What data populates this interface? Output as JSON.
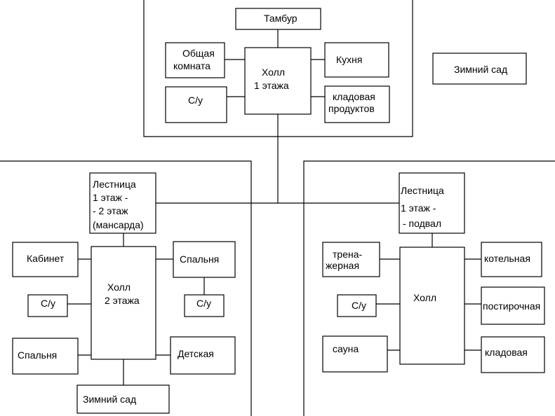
{
  "nodes": [
    {
      "id": "tambur",
      "lines": [
        "Тамбур"
      ]
    },
    {
      "id": "common-room",
      "lines": [
        "Общая",
        "комната"
      ]
    },
    {
      "id": "hall-1",
      "lines": [
        "Холл",
        "1 этажа"
      ]
    },
    {
      "id": "kitchen",
      "lines": [
        "Кухня"
      ]
    },
    {
      "id": "wc-1",
      "lines": [
        "С/у"
      ]
    },
    {
      "id": "pantry",
      "lines": [
        "кладовая",
        "продуктов"
      ]
    },
    {
      "id": "winter-garden-1",
      "lines": [
        "Зимний сад"
      ]
    },
    {
      "id": "stairs-mansard",
      "lines": [
        "Лестница",
        " 1 этаж -",
        "  - 2 этаж",
        "(мансарда)"
      ]
    },
    {
      "id": "cabinet",
      "lines": [
        "Кабинет"
      ]
    },
    {
      "id": "hall-2",
      "lines": [
        "Холл",
        "2 этажа"
      ]
    },
    {
      "id": "bedroom-right",
      "lines": [
        "Спальня"
      ]
    },
    {
      "id": "wc-2-left",
      "lines": [
        "С/у"
      ]
    },
    {
      "id": "wc-2-right",
      "lines": [
        "С/у"
      ]
    },
    {
      "id": "bedroom-left",
      "lines": [
        "Спальня"
      ]
    },
    {
      "id": "nursery",
      "lines": [
        "Детская"
      ]
    },
    {
      "id": "winter-garden-2",
      "lines": [
        "Зимний сад"
      ]
    },
    {
      "id": "stairs-basement",
      "lines": [
        "Лестница",
        "  1 этаж -",
        "- подвал"
      ]
    },
    {
      "id": "gym",
      "lines": [
        "трена-",
        "жерная"
      ]
    },
    {
      "id": "hall-basement",
      "lines": [
        "Холл"
      ]
    },
    {
      "id": "boiler",
      "lines": [
        "котельная"
      ]
    },
    {
      "id": "wc-b",
      "lines": [
        "С/у"
      ]
    },
    {
      "id": "laundry",
      "lines": [
        "постирочная"
      ]
    },
    {
      "id": "sauna",
      "lines": [
        "сауна"
      ]
    },
    {
      "id": "storage",
      "lines": [
        "кладовая"
      ]
    }
  ]
}
